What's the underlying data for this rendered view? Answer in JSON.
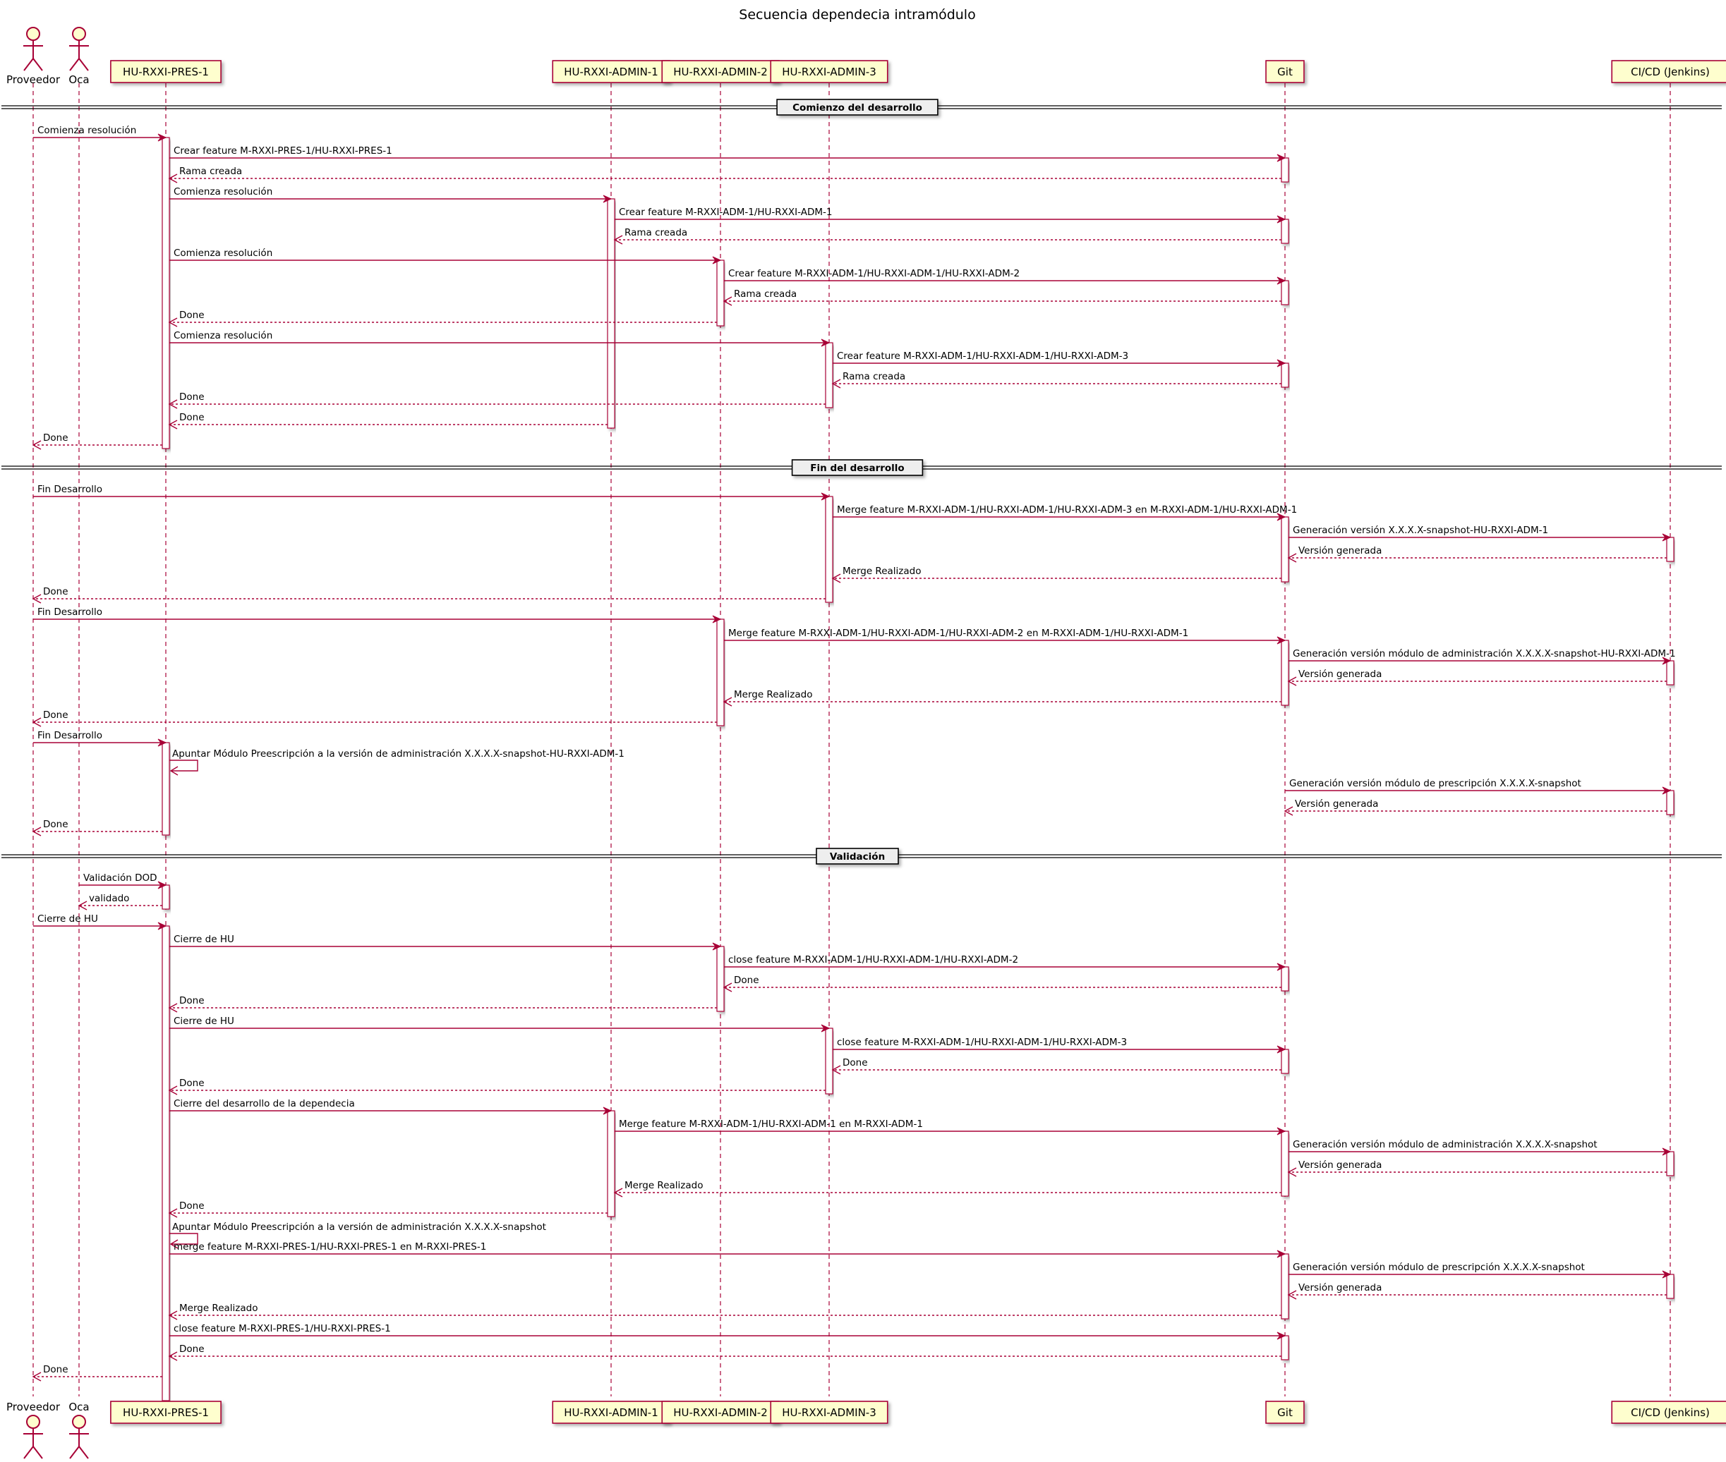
{
  "title": "Secuencia dependecia intramódulo",
  "colors": {
    "line": "#A80036",
    "box_fill": "#FEFECE",
    "actor_fill": "#FEFECE",
    "activation_fill": "#FFFFFF",
    "divider_fill": "#EEEEEE"
  },
  "participants": [
    {
      "id": "prov",
      "label": "Proveedor",
      "kind": "actor"
    },
    {
      "id": "oca",
      "label": "Oca",
      "kind": "actor"
    },
    {
      "id": "pres1",
      "label": "HU-RXXI-PRES-1",
      "kind": "box"
    },
    {
      "id": "adm1",
      "label": "HU-RXXI-ADMIN-1",
      "kind": "box"
    },
    {
      "id": "adm2",
      "label": "HU-RXXI-ADMIN-2",
      "kind": "box"
    },
    {
      "id": "adm3",
      "label": "HU-RXXI-ADMIN-3",
      "kind": "box"
    },
    {
      "id": "git",
      "label": "Git",
      "kind": "box"
    },
    {
      "id": "ci",
      "label": "CI/CD (Jenkins)",
      "kind": "box"
    }
  ],
  "dividers": [
    {
      "label": "Comienzo del desarrollo"
    },
    {
      "label": "Fin del desarrollo"
    },
    {
      "label": "Validación"
    }
  ],
  "messages": [
    {
      "from": "prov",
      "to": "pres1",
      "label": "Comienza resolución",
      "style": "solid"
    },
    {
      "from": "pres1",
      "to": "git",
      "label": "Crear feature M-RXXI-PRES-1/HU-RXXI-PRES-1",
      "style": "solid"
    },
    {
      "from": "git",
      "to": "pres1",
      "label": "Rama creada",
      "style": "dashed"
    },
    {
      "from": "pres1",
      "to": "adm1",
      "label": "Comienza resolución",
      "style": "solid"
    },
    {
      "from": "adm1",
      "to": "git",
      "label": "Crear feature M-RXXI-ADM-1/HU-RXXI-ADM-1",
      "style": "solid"
    },
    {
      "from": "git",
      "to": "adm1",
      "label": "Rama creada",
      "style": "dashed"
    },
    {
      "from": "pres1",
      "to": "adm2",
      "label": "Comienza resolución",
      "style": "solid"
    },
    {
      "from": "adm2",
      "to": "git",
      "label": "Crear feature M-RXXI-ADM-1/HU-RXXI-ADM-1/HU-RXXI-ADM-2",
      "style": "solid"
    },
    {
      "from": "git",
      "to": "adm2",
      "label": "Rama creada",
      "style": "dashed"
    },
    {
      "from": "adm2",
      "to": "pres1",
      "label": "Done",
      "style": "dashed"
    },
    {
      "from": "pres1",
      "to": "adm3",
      "label": "Comienza resolución",
      "style": "solid"
    },
    {
      "from": "adm3",
      "to": "git",
      "label": "Crear feature M-RXXI-ADM-1/HU-RXXI-ADM-1/HU-RXXI-ADM-3",
      "style": "solid"
    },
    {
      "from": "git",
      "to": "adm3",
      "label": "Rama creada",
      "style": "dashed"
    },
    {
      "from": "adm3",
      "to": "pres1",
      "label": "Done",
      "style": "dashed"
    },
    {
      "from": "adm1",
      "to": "pres1",
      "label": "Done",
      "style": "dashed"
    },
    {
      "from": "pres1",
      "to": "prov",
      "label": "Done",
      "style": "dashed"
    },
    {
      "from": "prov",
      "to": "adm3",
      "label": "Fin Desarrollo",
      "style": "solid"
    },
    {
      "from": "adm3",
      "to": "git",
      "label": "Merge feature M-RXXI-ADM-1/HU-RXXI-ADM-1/HU-RXXI-ADM-3 en M-RXXI-ADM-1/HU-RXXI-ADM-1",
      "style": "solid"
    },
    {
      "from": "git",
      "to": "ci",
      "label": "Generación versión X.X.X.X-snapshot-HU-RXXI-ADM-1",
      "style": "solid"
    },
    {
      "from": "ci",
      "to": "git",
      "label": "Versión generada",
      "style": "dashed"
    },
    {
      "from": "git",
      "to": "adm3",
      "label": "Merge Realizado",
      "style": "dashed"
    },
    {
      "from": "adm3",
      "to": "prov",
      "label": "Done",
      "style": "dashed"
    },
    {
      "from": "prov",
      "to": "adm2",
      "label": "Fin Desarrollo",
      "style": "solid"
    },
    {
      "from": "adm2",
      "to": "git",
      "label": "Merge feature M-RXXI-ADM-1/HU-RXXI-ADM-1/HU-RXXI-ADM-2 en M-RXXI-ADM-1/HU-RXXI-ADM-1",
      "style": "solid"
    },
    {
      "from": "git",
      "to": "ci",
      "label": "Generación versión módulo de administración X.X.X.X-snapshot-HU-RXXI-ADM-1",
      "style": "solid"
    },
    {
      "from": "ci",
      "to": "git",
      "label": "Versión generada",
      "style": "dashed"
    },
    {
      "from": "git",
      "to": "adm2",
      "label": "Merge Realizado",
      "style": "dashed"
    },
    {
      "from": "adm2",
      "to": "prov",
      "label": "Done",
      "style": "dashed"
    },
    {
      "from": "prov",
      "to": "pres1",
      "label": "Fin Desarrollo",
      "style": "solid"
    },
    {
      "from": "pres1",
      "to": "pres1",
      "label": "Apuntar Módulo Preescripción a la versión de administración X.X.X.X-snapshot-HU-RXXI-ADM-1",
      "style": "solid"
    },
    {
      "from": "git",
      "to": "ci",
      "label": "Generación versión módulo de prescripción X.X.X.X-snapshot",
      "style": "solid"
    },
    {
      "from": "ci",
      "to": "git",
      "label": "Versión generada",
      "style": "dashed"
    },
    {
      "from": "pres1",
      "to": "prov",
      "label": "Done",
      "style": "dashed"
    },
    {
      "from": "oca",
      "to": "pres1",
      "label": "Validación DOD",
      "style": "solid"
    },
    {
      "from": "pres1",
      "to": "oca",
      "label": "validado",
      "style": "dashed"
    },
    {
      "from": "prov",
      "to": "pres1",
      "label": "Cierre de HU",
      "style": "solid"
    },
    {
      "from": "pres1",
      "to": "adm2",
      "label": "Cierre de HU",
      "style": "solid"
    },
    {
      "from": "adm2",
      "to": "git",
      "label": "close feature M-RXXI-ADM-1/HU-RXXI-ADM-1/HU-RXXI-ADM-2",
      "style": "solid"
    },
    {
      "from": "git",
      "to": "adm2",
      "label": "Done",
      "style": "dashed"
    },
    {
      "from": "adm2",
      "to": "pres1",
      "label": "Done",
      "style": "dashed"
    },
    {
      "from": "pres1",
      "to": "adm3",
      "label": "Cierre de HU",
      "style": "solid"
    },
    {
      "from": "adm3",
      "to": "git",
      "label": "close feature M-RXXI-ADM-1/HU-RXXI-ADM-1/HU-RXXI-ADM-3",
      "style": "solid"
    },
    {
      "from": "git",
      "to": "adm3",
      "label": "Done",
      "style": "dashed"
    },
    {
      "from": "adm3",
      "to": "pres1",
      "label": "Done",
      "style": "dashed"
    },
    {
      "from": "pres1",
      "to": "adm1",
      "label": "Cierre del desarrollo de la dependecia",
      "style": "solid"
    },
    {
      "from": "adm1",
      "to": "git",
      "label": "Merge feature M-RXXI-ADM-1/HU-RXXI-ADM-1 en M-RXXI-ADM-1",
      "style": "solid"
    },
    {
      "from": "git",
      "to": "ci",
      "label": "Generación versión módulo de administración X.X.X.X-snapshot",
      "style": "solid"
    },
    {
      "from": "ci",
      "to": "git",
      "label": "Versión generada",
      "style": "dashed"
    },
    {
      "from": "git",
      "to": "adm1",
      "label": "Merge Realizado",
      "style": "dashed"
    },
    {
      "from": "adm1",
      "to": "pres1",
      "label": "Done",
      "style": "dashed"
    },
    {
      "from": "pres1",
      "to": "pres1",
      "label": "Apuntar Módulo Preescripción a la versión de administración X.X.X.X-snapshot",
      "style": "solid"
    },
    {
      "from": "pres1",
      "to": "git",
      "label": "merge feature M-RXXI-PRES-1/HU-RXXI-PRES-1 en M-RXXI-PRES-1",
      "style": "solid"
    },
    {
      "from": "git",
      "to": "ci",
      "label": "Generación versión módulo de prescripción X.X.X.X-snapshot",
      "style": "solid"
    },
    {
      "from": "ci",
      "to": "git",
      "label": "Versión generada",
      "style": "dashed"
    },
    {
      "from": "git",
      "to": "pres1",
      "label": "Merge Realizado",
      "style": "dashed"
    },
    {
      "from": "pres1",
      "to": "git",
      "label": "close feature M-RXXI-PRES-1/HU-RXXI-PRES-1",
      "style": "solid"
    },
    {
      "from": "git",
      "to": "pres1",
      "label": "Done",
      "style": "dashed"
    },
    {
      "from": "pres1",
      "to": "prov",
      "label": "Done",
      "style": "dashed"
    }
  ]
}
